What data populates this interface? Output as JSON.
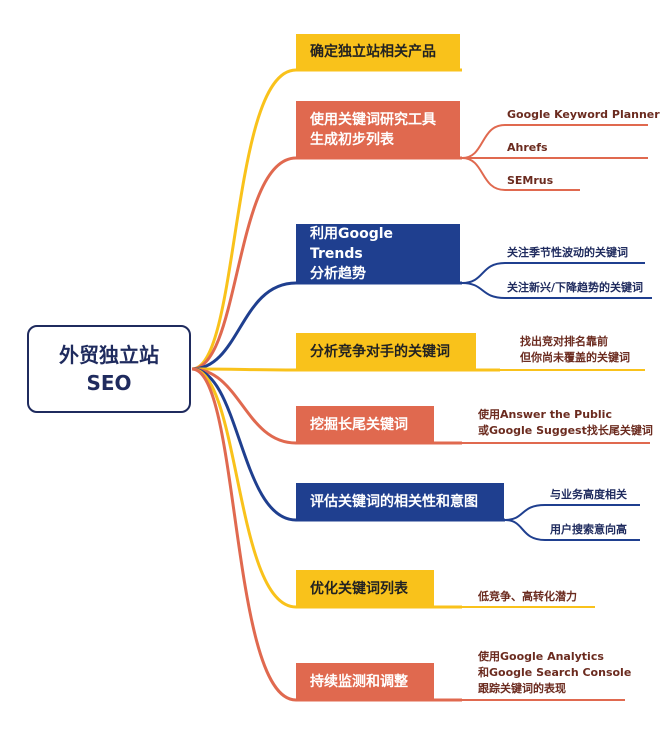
{
  "root": {
    "line1": "外贸独立站",
    "line2": "SEO"
  },
  "branches": [
    {
      "title": "确定独立站相关产品",
      "color": "yellow"
    },
    {
      "title_line1": "使用关键词研究工具",
      "title_line2": "生成初步列表",
      "color": "orange",
      "leaves": [
        "Google Keyword Planner",
        "Ahrefs",
        "SEMrus"
      ]
    },
    {
      "title_line1": "利用Google Trends",
      "title_line2": "分析趋势",
      "color": "navy",
      "leaves": [
        "关注季节性波动的关键词",
        "关注新兴/下降趋势的关键词"
      ]
    },
    {
      "title": "分析竞争对手的关键词",
      "color": "yellow",
      "leaves": [
        {
          "line1": "找出竞对排名靠前",
          "line2": "但你尚未覆盖的关键词"
        }
      ]
    },
    {
      "title": "挖掘长尾关键词",
      "color": "orange",
      "leaves": [
        {
          "line1": "使用Answer the Public",
          "line2": "或Google Suggest找长尾关键词"
        }
      ]
    },
    {
      "title": "评估关键词的相关性和意图",
      "color": "navy",
      "leaves": [
        "与业务高度相关",
        "用户搜索意向高"
      ]
    },
    {
      "title": "优化关键词列表",
      "color": "yellow",
      "leaves": [
        "低竞争、高转化潜力"
      ]
    },
    {
      "title": "持续监测和调整",
      "color": "orange",
      "leaves": [
        {
          "line1": "使用Google Analytics",
          "line2": "和Google Search Console",
          "line3": "跟踪关键词的表现"
        }
      ]
    }
  ],
  "colors": {
    "yellow": "#f9c21b",
    "orange": "#e0694f",
    "navy": "#1f3f8f",
    "root_border": "#1f2b5e"
  }
}
